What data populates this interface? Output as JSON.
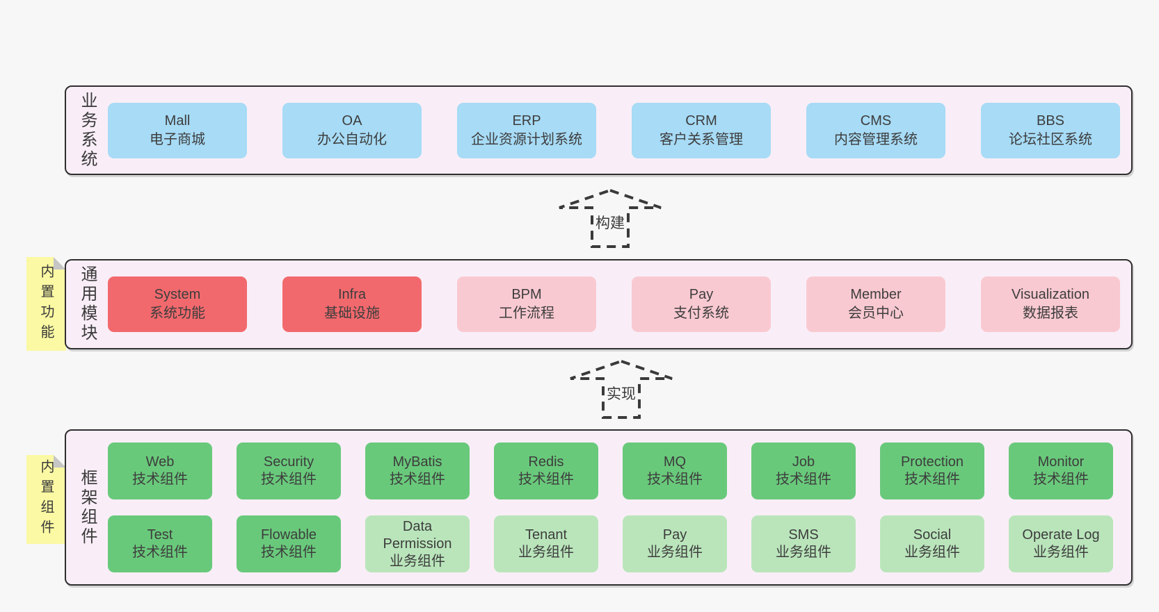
{
  "colors": {
    "page_bg": "#f7f7f7",
    "band_bg": "#f9eef7",
    "band_border": "#2f2f2f",
    "blue_box": "#a7dbf6",
    "red_box": "#f2696d",
    "pink_box": "#f9c9d1",
    "green_box": "#69c97b",
    "light_green_box": "#bae5bb",
    "note_yellow": "#fbf9a3",
    "note_fold_gray": "#c6c6c6",
    "text": "#3d3d3d"
  },
  "arrows": {
    "build": "构建",
    "implement": "实现"
  },
  "bands": {
    "business": {
      "label": "业务系统",
      "boxes": [
        {
          "name": "Mall",
          "subtitle": "电子商城",
          "variant": "blue"
        },
        {
          "name": "OA",
          "subtitle": "办公自动化",
          "variant": "blue"
        },
        {
          "name": "ERP",
          "subtitle": "企业资源计划系统",
          "variant": "blue"
        },
        {
          "name": "CRM",
          "subtitle": "客户关系管理",
          "variant": "blue"
        },
        {
          "name": "CMS",
          "subtitle": "内容管理系统",
          "variant": "blue"
        },
        {
          "name": "BBS",
          "subtitle": "论坛社区系统",
          "variant": "blue"
        }
      ]
    },
    "modules": {
      "label": "通用模块",
      "note": "内置功能",
      "boxes": [
        {
          "name": "System",
          "subtitle": "系统功能",
          "variant": "red"
        },
        {
          "name": "Infra",
          "subtitle": "基础设施",
          "variant": "red"
        },
        {
          "name": "BPM",
          "subtitle": "工作流程",
          "variant": "pink"
        },
        {
          "name": "Pay",
          "subtitle": "支付系统",
          "variant": "pink"
        },
        {
          "name": "Member",
          "subtitle": "会员中心",
          "variant": "pink"
        },
        {
          "name": "Visualization",
          "subtitle": "数据报表",
          "variant": "pink"
        }
      ]
    },
    "components": {
      "label": "框架组件",
      "note": "内置组件",
      "row1": [
        {
          "name": "Web",
          "subtitle": "技术组件",
          "variant": "green"
        },
        {
          "name": "Security",
          "subtitle": "技术组件",
          "variant": "green"
        },
        {
          "name": "MyBatis",
          "subtitle": "技术组件",
          "variant": "green"
        },
        {
          "name": "Redis",
          "subtitle": "技术组件",
          "variant": "green"
        },
        {
          "name": "MQ",
          "subtitle": "技术组件",
          "variant": "green"
        },
        {
          "name": "Job",
          "subtitle": "技术组件",
          "variant": "green"
        },
        {
          "name": "Protection",
          "subtitle": "技术组件",
          "variant": "green"
        },
        {
          "name": "Monitor",
          "subtitle": "技术组件",
          "variant": "green"
        }
      ],
      "row2": [
        {
          "name": "Test",
          "subtitle": "技术组件",
          "variant": "green"
        },
        {
          "name": "Flowable",
          "subtitle": "技术组件",
          "variant": "green"
        },
        {
          "name": "Data Permission",
          "subtitle": "业务组件",
          "variant": "lightgreen"
        },
        {
          "name": "Tenant",
          "subtitle": "业务组件",
          "variant": "lightgreen"
        },
        {
          "name": "Pay",
          "subtitle": "业务组件",
          "variant": "lightgreen"
        },
        {
          "name": "SMS",
          "subtitle": "业务组件",
          "variant": "lightgreen"
        },
        {
          "name": "Social",
          "subtitle": "业务组件",
          "variant": "lightgreen"
        },
        {
          "name": "Operate Log",
          "subtitle": "业务组件",
          "variant": "lightgreen"
        }
      ]
    }
  }
}
